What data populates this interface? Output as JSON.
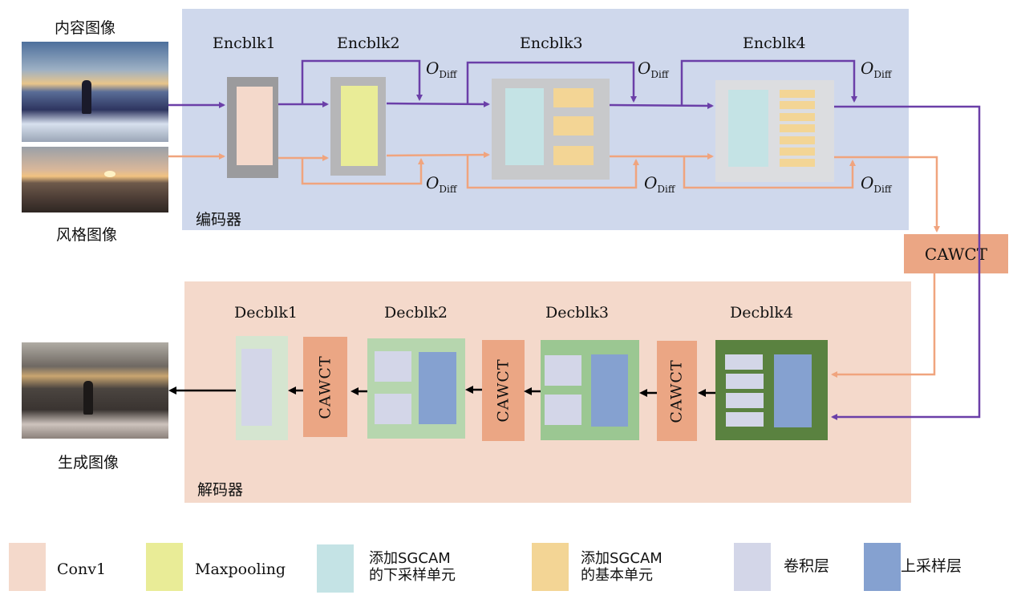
{
  "inputs": {
    "content_label": "内容图像",
    "style_label": "风格图像",
    "output_label": "生成图像"
  },
  "encoder": {
    "label": "编码器",
    "blocks": [
      "Encblk1",
      "Encblk2",
      "Encblk3",
      "Encblk4"
    ],
    "odiff": {
      "main": "O",
      "sub": "Diff"
    }
  },
  "cawct_label": "CAWCT",
  "decoder": {
    "label": "解码器",
    "blocks": [
      "Decblk1",
      "Decblk2",
      "Decblk3",
      "Decblk4"
    ],
    "cawct_labels": [
      "CAWCT",
      "CAWCT",
      "CAWCT"
    ]
  },
  "colors": {
    "content_path": "#6b3fa8",
    "style_path": "#f0a47e",
    "encoder_bg": "#cfd8ec",
    "decoder_bg": "#f4d9cb",
    "cawct": "#eba684"
  },
  "legend": [
    {
      "label": "Conv1",
      "color": "#f4d9cb"
    },
    {
      "label": "Maxpooling",
      "color": "#e9ec97"
    },
    {
      "label_line1": "添加SGCAM",
      "label_line2": "的下采样单元",
      "color": "#c4e3e5"
    },
    {
      "label_line1": "添加SGCAM",
      "label_line2": "的基本单元",
      "color": "#f3d595"
    },
    {
      "label": "卷积层",
      "color": "#d3d6e8"
    },
    {
      "label": "上采样层",
      "color": "#85a1d0"
    }
  ]
}
